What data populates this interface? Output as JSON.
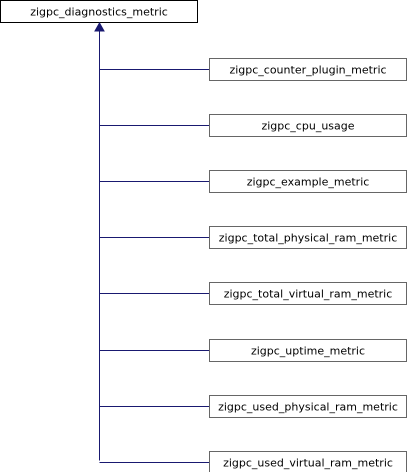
{
  "diagram": {
    "root": {
      "label": "zigpc_diagnostics_metric"
    },
    "children": [
      {
        "label": "zigpc_counter_plugin_metric"
      },
      {
        "label": "zigpc_cpu_usage"
      },
      {
        "label": "zigpc_example_metric"
      },
      {
        "label": "zigpc_total_physical_ram_metric"
      },
      {
        "label": "zigpc_total_virtual_ram_metric"
      },
      {
        "label": "zigpc_uptime_metric"
      },
      {
        "label": "zigpc_used_physical_ram_metric"
      },
      {
        "label": "zigpc_used_virtual_ram_metric"
      }
    ],
    "colors": {
      "edge": "#191970",
      "root_border": "#000000",
      "child_border": "#666666"
    }
  }
}
